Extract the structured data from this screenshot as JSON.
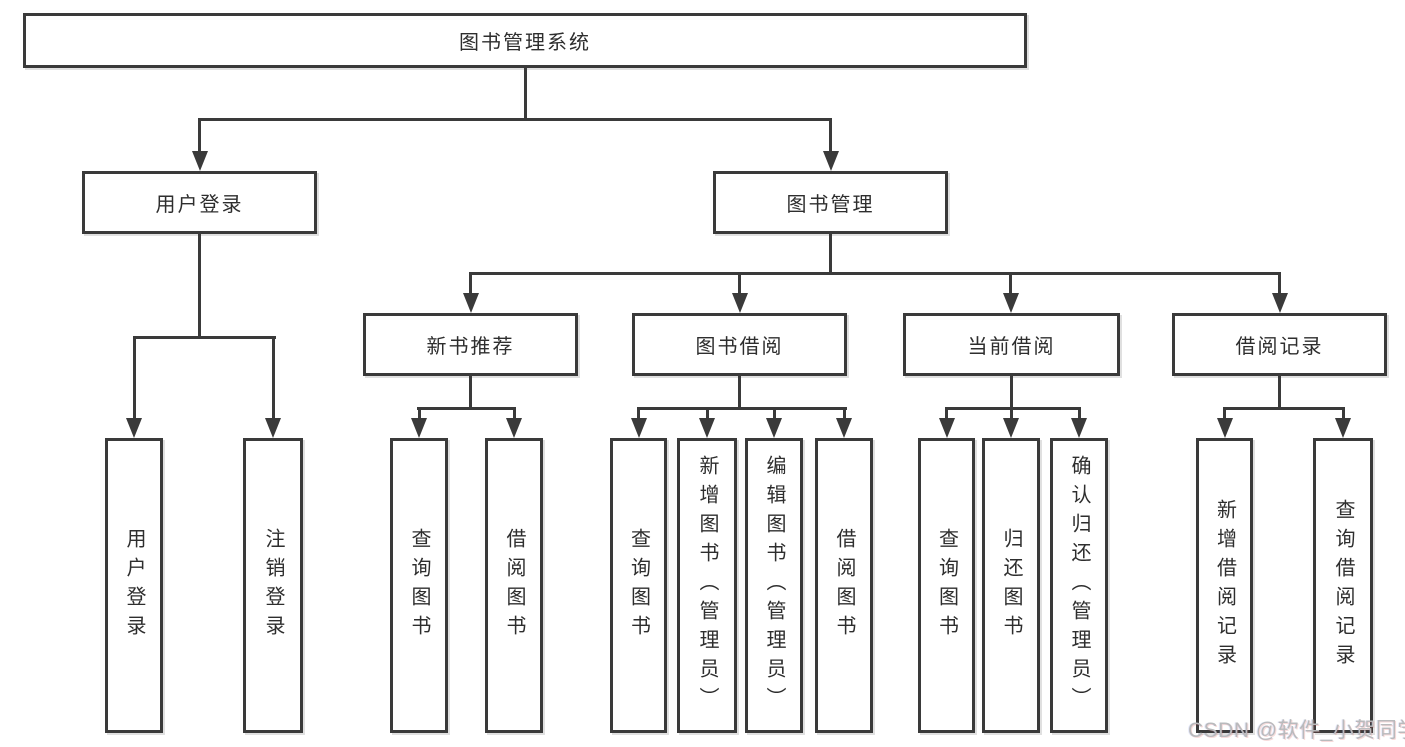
{
  "diagram": {
    "root": {
      "label": "图书管理系统"
    },
    "level2": [
      {
        "label": "用户登录"
      },
      {
        "label": "图书管理"
      }
    ],
    "level3": [
      {
        "label": "新书推荐"
      },
      {
        "label": "图书借阅"
      },
      {
        "label": "当前借阅"
      },
      {
        "label": "借阅记录"
      }
    ],
    "leaves": [
      {
        "label": "用户登录"
      },
      {
        "label": "注销登录"
      },
      {
        "label": "查询图书"
      },
      {
        "label": "借阅图书"
      },
      {
        "label": "查询图书"
      },
      {
        "label": "新增图书（管理员）"
      },
      {
        "label": "编辑图书（管理员）"
      },
      {
        "label": "借阅图书"
      },
      {
        "label": "查询图书"
      },
      {
        "label": "归还图书"
      },
      {
        "label": "确认归还（管理员）"
      },
      {
        "label": "新增借阅记录"
      },
      {
        "label": "查询借阅记录"
      }
    ]
  },
  "watermark": {
    "text": "CSDN @软件_小贺同学"
  },
  "colors": {
    "line": "#3a3a3a",
    "text": "#2e2e2e",
    "background": "#ffffff",
    "watermark": "#b9babc"
  }
}
